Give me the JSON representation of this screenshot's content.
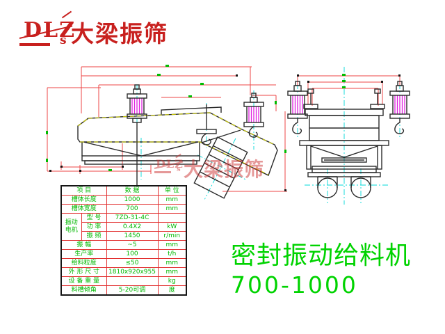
{
  "logo": {
    "dlz": "DLZ",
    "s": "s",
    "brand": "大梁振筛"
  },
  "watermark": {
    "dlz": "DLZ",
    "s": "s",
    "brand": "大梁振筛"
  },
  "title": {
    "line1": "密封振动给料机",
    "line2": "700-1000"
  },
  "table": {
    "header": {
      "item": "项 目",
      "value": "数 据",
      "unit": "单 位"
    },
    "rows": [
      {
        "label": "槽体长度",
        "value": "1000",
        "unit": "mm"
      },
      {
        "label": "槽体宽度",
        "value": "700",
        "unit": "mm"
      }
    ],
    "motor": {
      "label_line1": "振动",
      "label_line2": "电机",
      "rows": [
        {
          "label": "型 号",
          "value": "7ZD-31-4C",
          "unit": ""
        },
        {
          "label": "功 率",
          "value": "0.4X2",
          "unit": "kW"
        },
        {
          "label": "振 频",
          "value": "1450",
          "unit": "r/min"
        }
      ]
    },
    "rows2": [
      {
        "label": "振  幅",
        "value": "~5",
        "unit": "mm"
      },
      {
        "label": "生产率",
        "value": "100",
        "unit": "t/h"
      },
      {
        "label": "给料粒度",
        "value": "≤50",
        "unit": "mm"
      },
      {
        "label": "外 形 尺 寸",
        "value": "1810x920x955",
        "unit": "mm"
      },
      {
        "label": "设 备 重 量",
        "value": "",
        "unit": "kg"
      },
      {
        "label": "料槽倾角",
        "value": "5-20可调",
        "unit": "度"
      }
    ]
  },
  "colors": {
    "brand_red": "#c8201e",
    "watermark_red": "#cc3333",
    "table_green": "#00b800",
    "title_green": "#00d300",
    "dimension_red": "#ee4444",
    "centerline_cyan": "#00d8d8",
    "spring_magenta": "#e020e0",
    "hatch_yellow": "#d8d800",
    "outline_dark": "#2a2a2a"
  }
}
